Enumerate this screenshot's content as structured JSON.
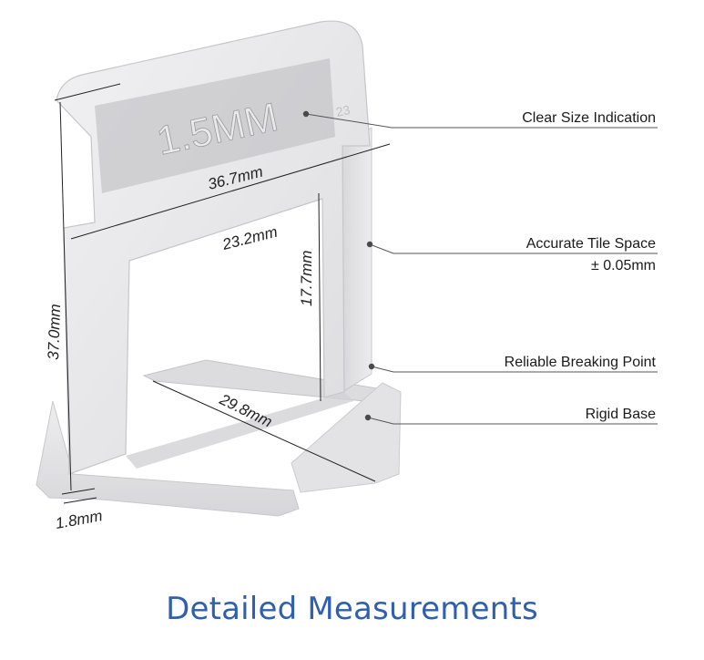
{
  "product": {
    "size_label": "1.5MM",
    "mold_number": "23"
  },
  "measurements": {
    "height": "37.0mm",
    "top_width": "36.7mm",
    "window_width": "23.2mm",
    "window_height": "17.7mm",
    "base_length": "29.8mm",
    "base_thickness": "1.8mm"
  },
  "callouts": {
    "size_indication": "Clear Size Indication",
    "tile_space": "Accurate Tile Space",
    "tile_space_tolerance": "± 0.05mm",
    "breaking_point": "Reliable Breaking Point",
    "rigid_base": "Rigid Base"
  },
  "heading": "Detailed Measurements",
  "colors": {
    "heading": "#2f5fae",
    "plastic": "#e6e6e8",
    "plastic_shadow": "#cfcfd3",
    "leader_line": "#555555"
  }
}
